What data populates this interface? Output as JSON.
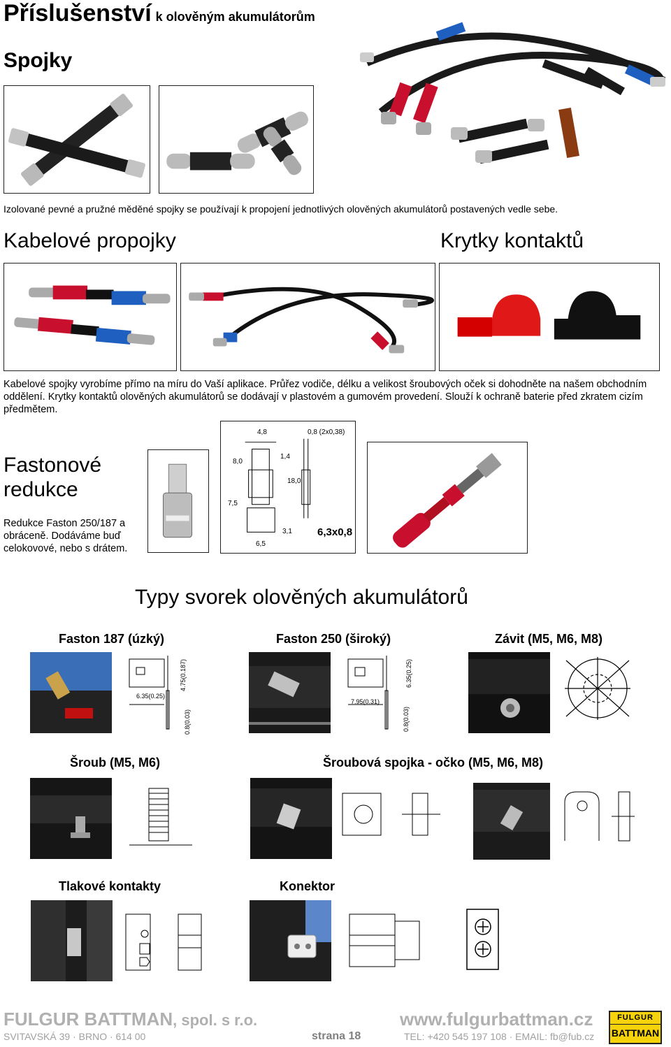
{
  "header": {
    "title": "Příslušenství",
    "subtitle": "k olověným akumulátorům"
  },
  "spojky": {
    "heading": "Spojky",
    "description": "Izolované pevné a pružné měděné spojky se používají k propojení jednotlivých olověných akumulátorů postavených vedle sebe."
  },
  "kabelove": {
    "heading": "Kabelové propojky",
    "description": "Kabelové spojky vyrobíme přímo na míru do Vaší aplikace. Průřez vodiče, délku a velikost šroubových oček si dohodněte na našem obchodním oddělení. Krytky kontaktů olověných akumulátorů se dodávají v plastovém a gumovém provedení. Slouží k ochraně baterie před zkratem cizím předmětem."
  },
  "krytky": {
    "heading": "Krytky kontaktů"
  },
  "fastonove": {
    "heading_line1": "Fastonové",
    "heading_line2": "redukce",
    "description": "Redukce Faston 250/187 a obráceně. Dodáváme buď celokovové, nebo s drátem.",
    "drawing": {
      "d1": "4,8",
      "d2": "0,8 (2x0,38)",
      "d3": "8,0",
      "d4": "1,4",
      "d5": "18,0",
      "d6": "7,5",
      "d7": "3,1",
      "d8": "6,5",
      "d9": "6,3x0,8"
    }
  },
  "types": {
    "heading": "Typy svorek olověných akumulátorů",
    "items": [
      {
        "title": "Faston 187 (úzký)",
        "dim_a": "4.75(0.187)",
        "dim_b": "6.35(0.25)",
        "dim_c": "0.8(0.03)"
      },
      {
        "title": "Faston 250 (široký)",
        "dim_a": "6.35(0.25)",
        "dim_b": "7.95(0.31)",
        "dim_c": "0.8(0.03)"
      },
      {
        "title": "Závit (M5, M6, M8)"
      },
      {
        "title": "Šroub (M5, M6)"
      },
      {
        "title": "Šroubová spojka - očko (M5, M6, M8)"
      },
      {
        "title": "Tlakové kontakty"
      },
      {
        "title": "Konektor"
      }
    ]
  },
  "footer": {
    "company": "FULGUR BATTMAN",
    "company_suffix": ", spol. s r.o.",
    "address": "SVITAVSKÁ 39 · BRNO · 614 00",
    "page": "strana 18",
    "web": "www.fulgurbattman.cz",
    "contact": "TEL: +420 545 197 108 · EMAIL: fb@fub.cz",
    "logo_line1": "FULGUR",
    "logo_line2": "BATTMAN"
  },
  "colors": {
    "red": "#c8102e",
    "blue": "#1f5fbf",
    "footer_gray": "#b0b0b0",
    "logo_yellow": "#f5d20a"
  }
}
